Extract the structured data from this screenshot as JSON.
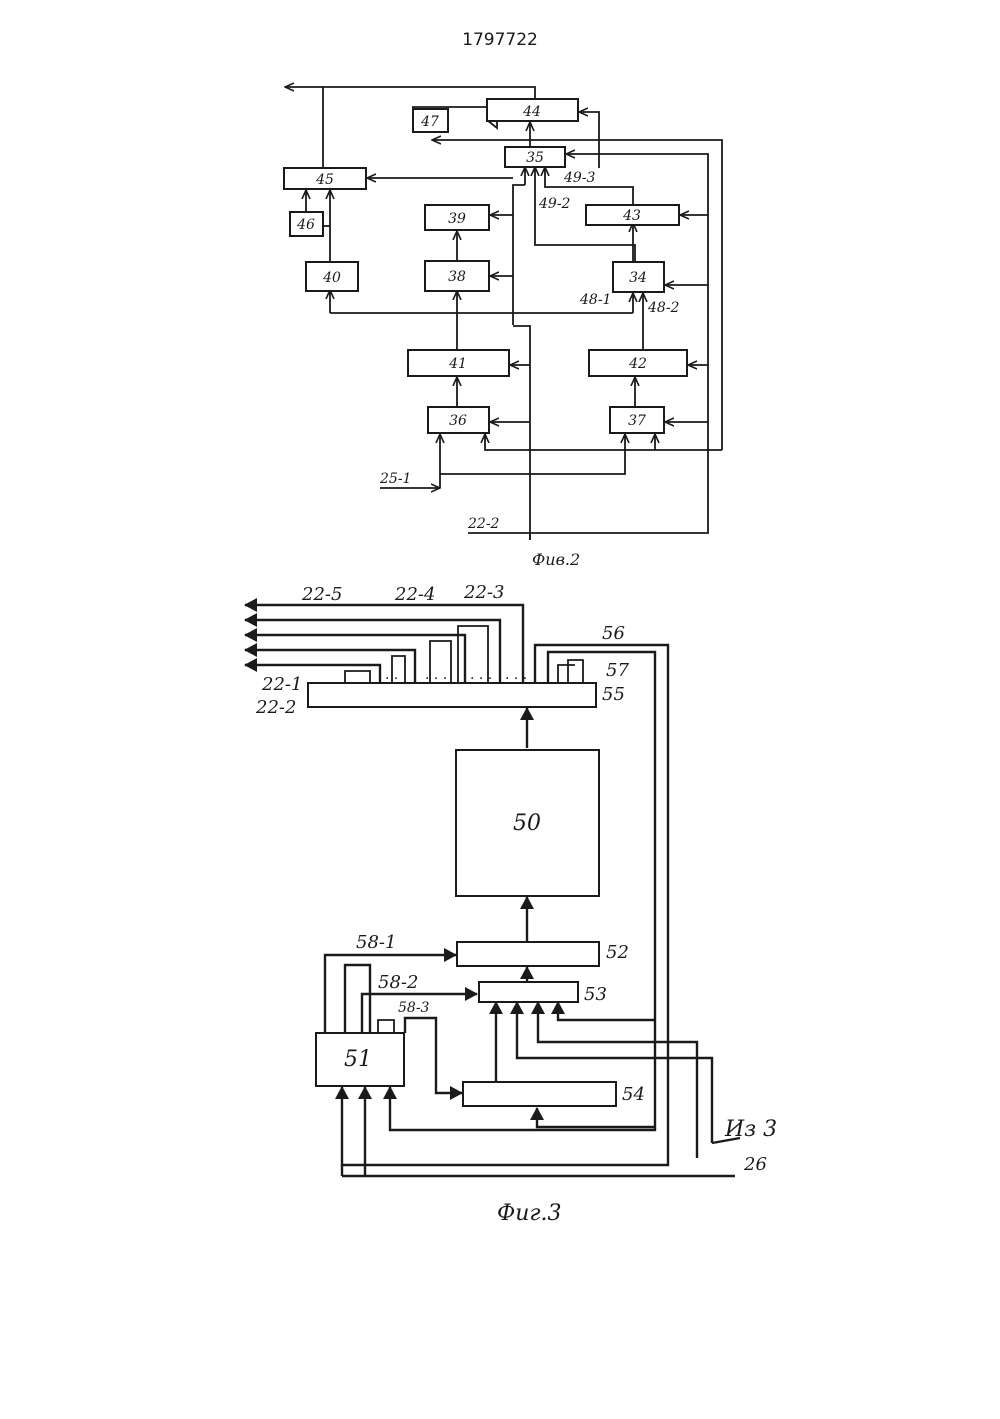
{
  "header": {
    "patent_number": "1797722"
  },
  "fig2": {
    "caption": "Фив.2",
    "blocks": [
      "34",
      "35",
      "36",
      "37",
      "38",
      "39",
      "40",
      "41",
      "42",
      "43",
      "44",
      "45",
      "46",
      "47"
    ],
    "line_labels": {
      "in_25_1": "25-1",
      "in_22_2": "22-2",
      "l48_1": "48-1",
      "l48_2": "48-2",
      "l49_2": "49-2",
      "l49_3": "49-3"
    }
  },
  "fig3": {
    "caption": "Фиг.3",
    "blocks": {
      "b50": "50",
      "b51": "51",
      "b52": "52",
      "b53": "53",
      "b54": "54",
      "b55": "55"
    },
    "line_labels": {
      "l22_1": "22-1",
      "l22_2": "22-2",
      "l22_3": "22-3",
      "l22_4": "22-4",
      "l22_5": "22-5",
      "l56": "56",
      "l57": "57",
      "l58_1": "58-1",
      "l58_2": "58-2",
      "l58_3": "58-3",
      "from_3": "Из 3",
      "in_26": "26"
    }
  }
}
